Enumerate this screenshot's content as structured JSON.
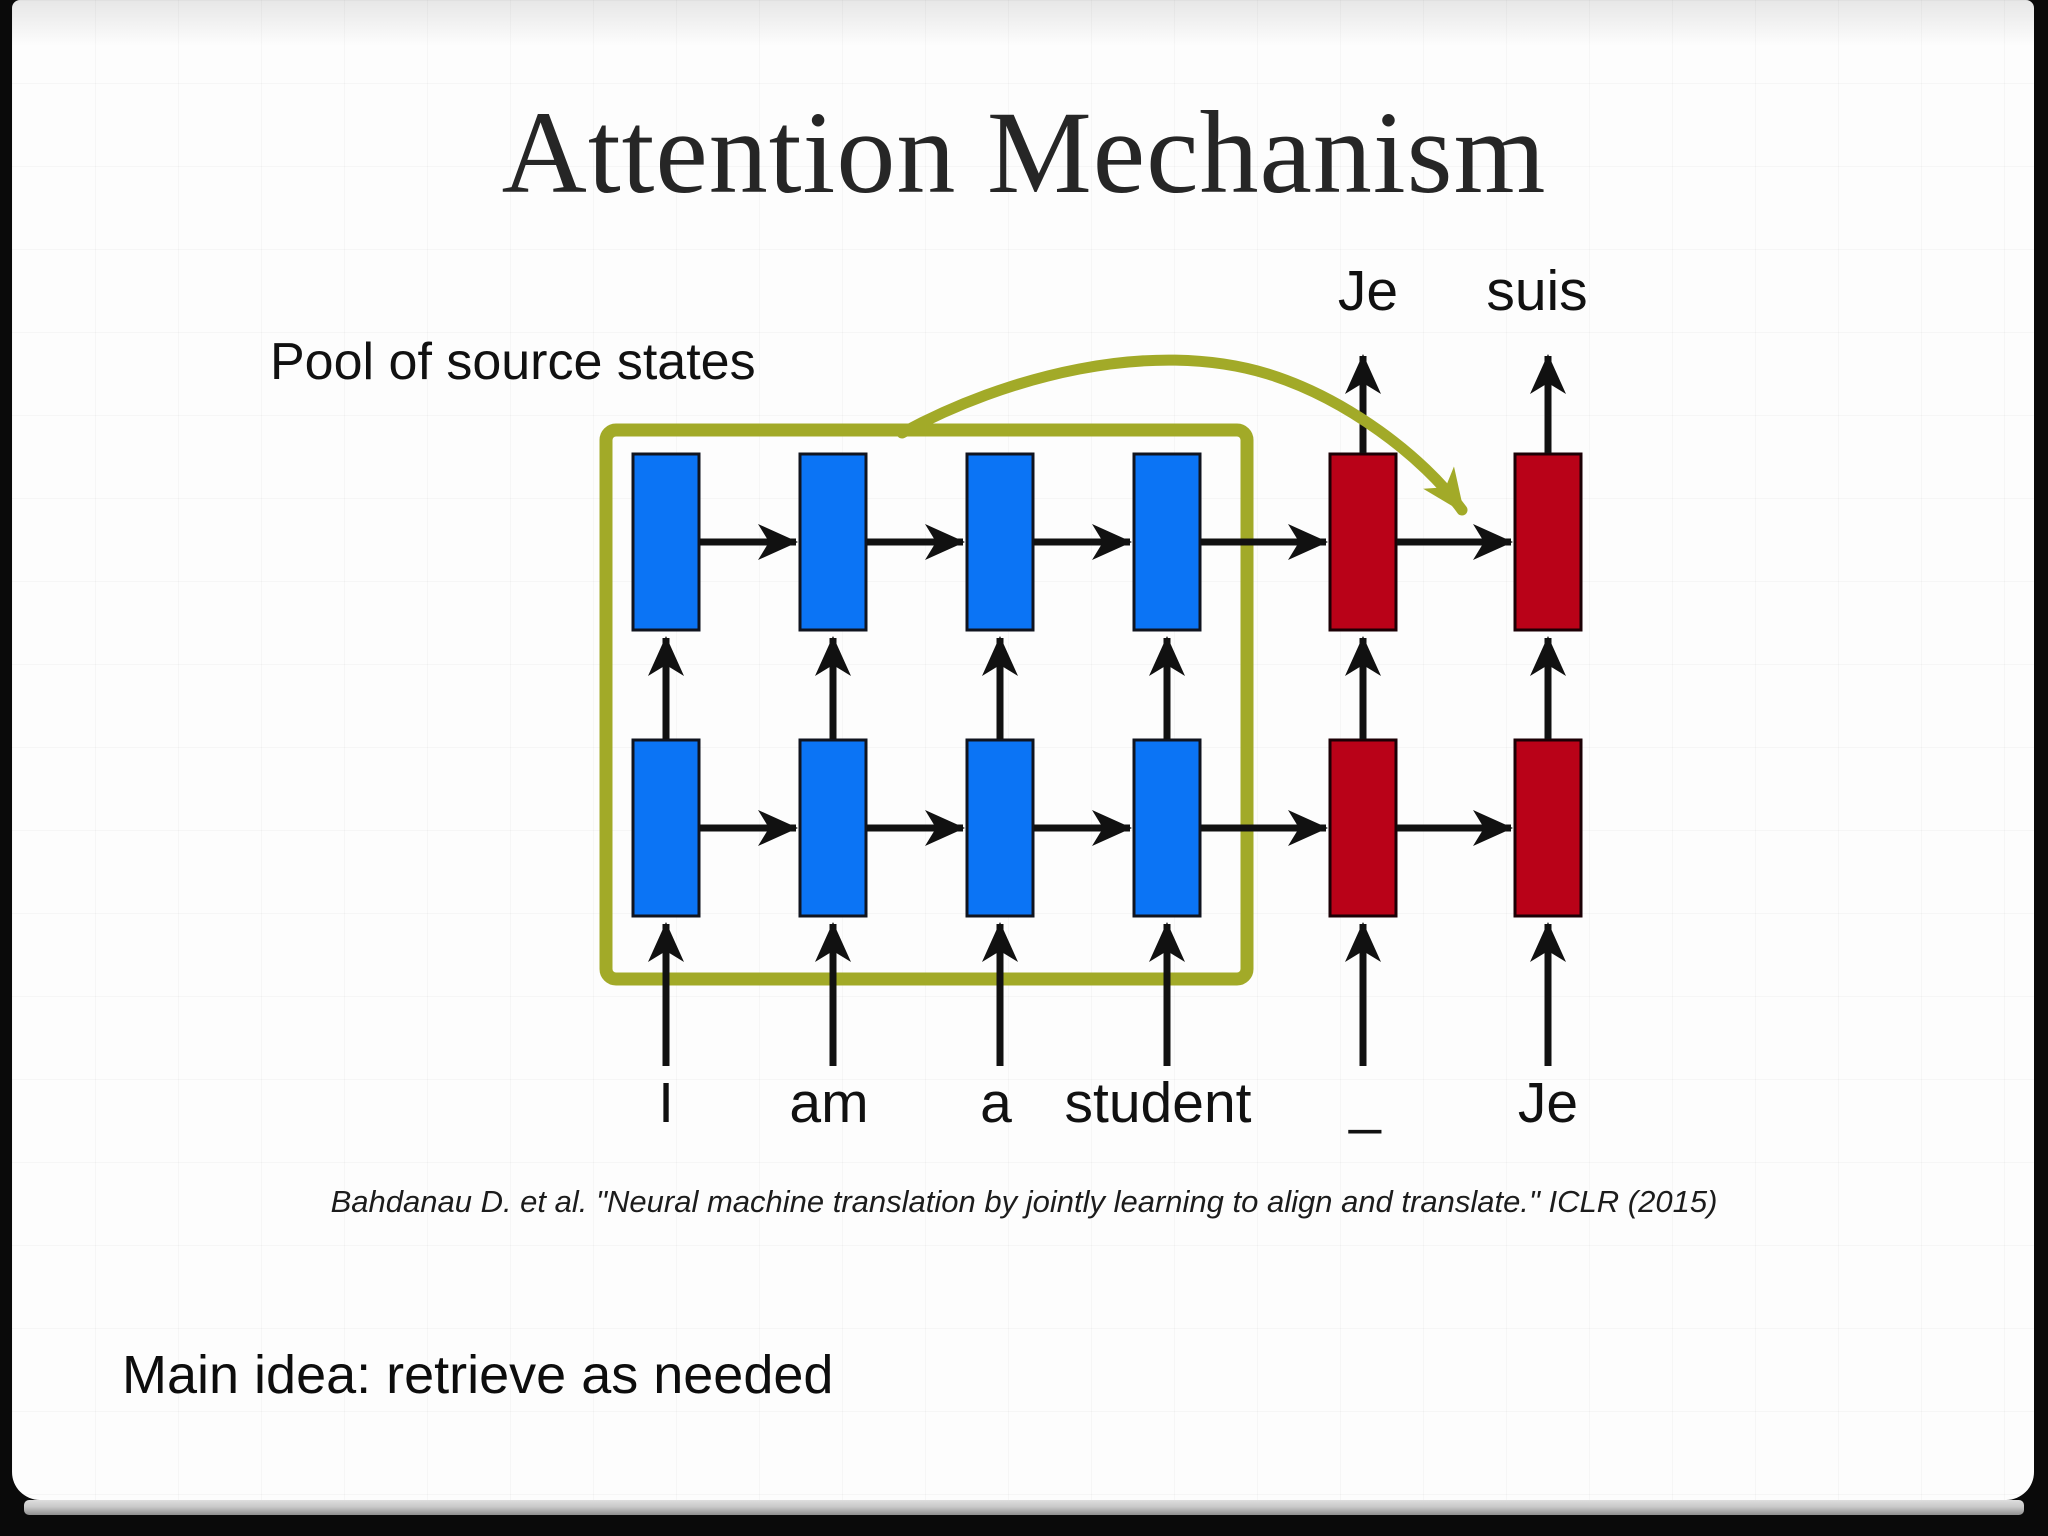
{
  "slide": {
    "title": "Attention Mechanism",
    "pool_label": "Pool of source states",
    "citation": "Bahdanau D. et al. \"Neural machine translation by jointly learning to align and translate.\" ICLR (2015)",
    "main_idea": "Main idea: retrieve as needed"
  },
  "diagram": {
    "output_words": [
      "Je",
      "suis"
    ],
    "input_words": [
      "I",
      "am",
      "a",
      "student",
      "_",
      "Je"
    ],
    "colors": {
      "encoder": "#0b74f5",
      "decoder": "#b90218",
      "pool_box": "#a2aa28",
      "arrow": "#111111"
    }
  }
}
